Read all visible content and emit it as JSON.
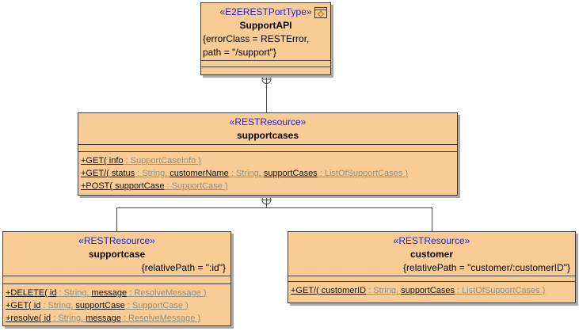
{
  "colors": {
    "class_fill": "#FACC95",
    "class_border": "#404040",
    "shadow": "#A9A9A9",
    "stereotype_text": "#2121DD",
    "method_name_text": "#141414",
    "method_type_text": "#8F8F82",
    "connector": "#4A4A4A"
  },
  "icons": {
    "porttype_icon": "class-window-with-diamond",
    "containment_connector": "⊕"
  },
  "classes": {
    "supportapi": {
      "stereotype": "«E2ERESTPortType»",
      "name": "SupportAPI",
      "properties": [
        "{errorClass = RESTError,",
        "path = \"/support\"}"
      ]
    },
    "supportcases": {
      "stereotype": "«RESTResource»",
      "name": "supportcases",
      "methods": [
        {
          "segments": [
            {
              "k": "name",
              "t": "+GET( info"
            },
            {
              "k": "type",
              "t": " : SupportCaseInfo )"
            }
          ]
        },
        {
          "segments": [
            {
              "k": "name",
              "t": "+GET/( status"
            },
            {
              "k": "type",
              "t": " : String, "
            },
            {
              "k": "name",
              "t": "customerName"
            },
            {
              "k": "type",
              "t": " : String, "
            },
            {
              "k": "name",
              "t": "supportCases"
            },
            {
              "k": "type",
              "t": " : ListOfSupportCases )"
            }
          ]
        },
        {
          "segments": [
            {
              "k": "name",
              "t": "+POST( supportCase"
            },
            {
              "k": "type",
              "t": " : SupportCase )"
            }
          ]
        }
      ]
    },
    "supportcase": {
      "stereotype": "«RESTResource»",
      "name": "supportcase",
      "properties": [
        "{relativePath = \":id\"}"
      ],
      "methods": [
        {
          "segments": [
            {
              "k": "name",
              "t": "+DELETE( id"
            },
            {
              "k": "type",
              "t": " : String, "
            },
            {
              "k": "name",
              "t": "message"
            },
            {
              "k": "type",
              "t": " : ResolveMessage )"
            }
          ]
        },
        {
          "segments": [
            {
              "k": "name",
              "t": "+GET( id"
            },
            {
              "k": "type",
              "t": " : String, "
            },
            {
              "k": "name",
              "t": "supportCase"
            },
            {
              "k": "type",
              "t": " : SupportCase )"
            }
          ]
        },
        {
          "segments": [
            {
              "k": "name",
              "t": "+resolve( id"
            },
            {
              "k": "type",
              "t": " : String, "
            },
            {
              "k": "name",
              "t": "message"
            },
            {
              "k": "type",
              "t": " : ResolveMessage )"
            }
          ]
        }
      ]
    },
    "customer": {
      "stereotype": "«RESTResource»",
      "name": "customer",
      "properties": [
        "{relativePath = \"customer/:customerID\"}"
      ],
      "methods": [
        {
          "segments": [
            {
              "k": "name",
              "t": "+GET/( customerID"
            },
            {
              "k": "type",
              "t": " : String, "
            },
            {
              "k": "name",
              "t": "supportCases"
            },
            {
              "k": "type",
              "t": " : ListOfSupportCases )"
            }
          ]
        }
      ]
    }
  }
}
